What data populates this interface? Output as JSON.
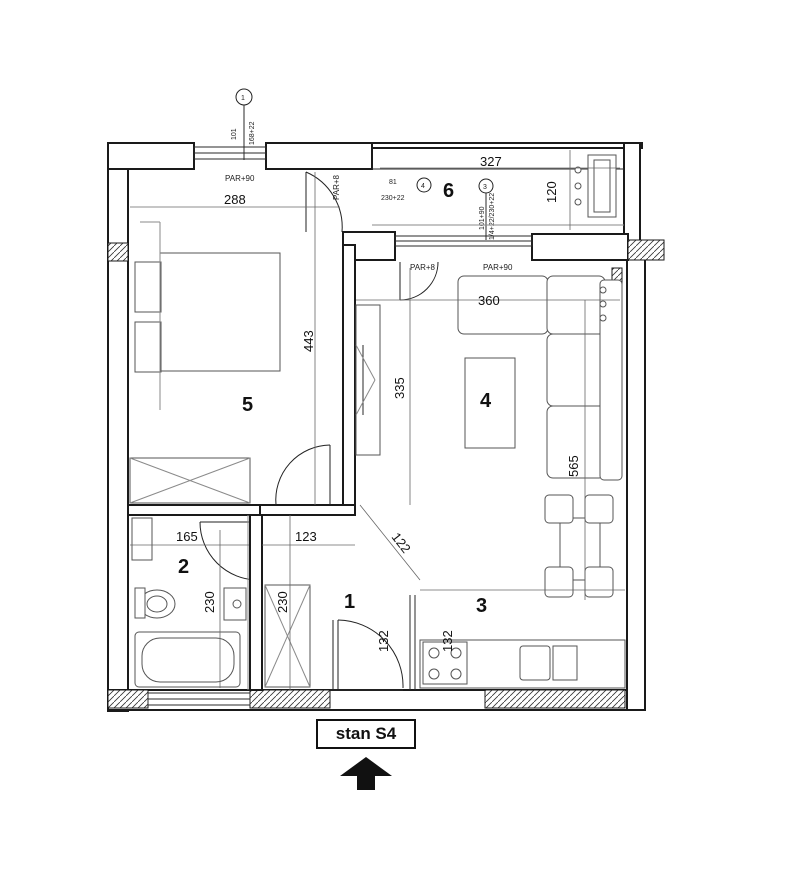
{
  "unit_label": "stan S4",
  "rooms": {
    "r1": "1",
    "r2": "2",
    "r3": "3",
    "r4": "4",
    "r5": "5",
    "r6": "6"
  },
  "dimensions": {
    "d327": "327",
    "d120": "120",
    "d288": "288",
    "d360": "360",
    "d443": "443",
    "d335": "335",
    "d565": "565",
    "d165": "165",
    "d123": "123",
    "d122": "122",
    "d230a": "230",
    "d230b": "230",
    "d132a": "132",
    "d132b": "132"
  },
  "door_labels": {
    "par90_top": "PAR+90",
    "par8_a": "PAR+8",
    "par8_b": "PAR+8",
    "par90_mid": "PAR+90"
  },
  "window_tags": {
    "w1_num": "1",
    "w1_code": "101",
    "w1_size": "168+22",
    "w3_num": "3",
    "w3_code": "101+90",
    "w3_size": "1/4+22/230+22",
    "w4_num": "4",
    "w4_code": "81",
    "w4_size": "230+22"
  },
  "entrance_arrow_icon": "up-arrow-icon"
}
